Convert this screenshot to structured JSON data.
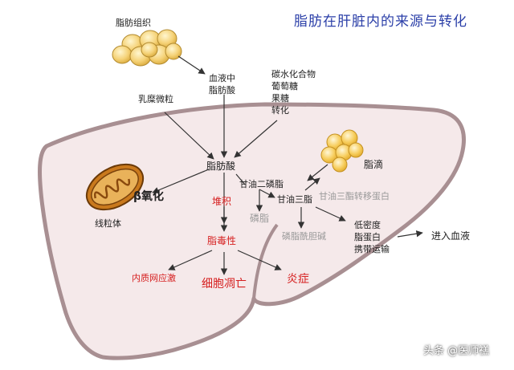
{
  "title": "脂肪在肝脏内的来源与转化",
  "labels": {
    "adipose": "脂肪组织",
    "blood_fa_1": "血液中",
    "blood_fa_2": "脂肪酸",
    "carb_1": "碳水化合物",
    "carb_2": "葡萄糖",
    "carb_3": "果糖",
    "carb_4": "转化",
    "chylo": "乳糜微粒",
    "fatty_acid": "脂肪酸",
    "beta_ox": "β氧化",
    "mito": "线粒体",
    "dag": "甘油二磷脂",
    "tag": "甘油三脂",
    "droplet": "脂滴",
    "tag_transfer": "甘油三酯转移蛋白",
    "accum": "堆积",
    "phos": "磷脂",
    "pe": "磷脂酰胆碱",
    "vldl_1": "低密度",
    "vldl_2": "脂蛋白",
    "vldl_3": "携带运输",
    "blood": "进入血液",
    "lipotox": "脂毒性",
    "er_stress": "内质网应激",
    "death": "细胞凋亡",
    "inflam": "炎症"
  },
  "watermark": "头条 @医师禚",
  "colors": {
    "title": "#2b3fa8",
    "liver_fill": "#f5e9ea",
    "liver_stroke": "#a88f92",
    "fat_cells": "#f6d27a",
    "mito": "#c9791d",
    "red_text": "#d62020",
    "gray_text": "#9a9a9a"
  }
}
